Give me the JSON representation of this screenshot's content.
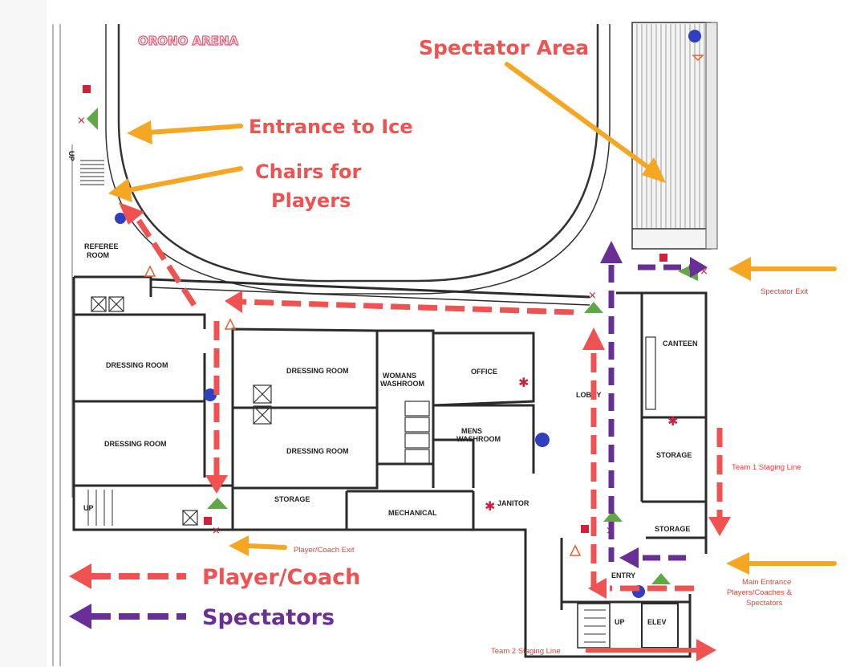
{
  "title": "ORONO ARENA",
  "annotations": {
    "spectator_area": "Spectator Area",
    "entrance_to_ice": "Entrance to Ice",
    "chairs_line1": "Chairs for",
    "chairs_line2": "Players",
    "spectator_exit": "Spectator Exit",
    "team1_staging": "Team 1 Staging Line",
    "team2_staging": "Team 2 Staging Line",
    "player_coach_exit": "Player/Coach Exit",
    "main_entrance_line1": "Main Entrance",
    "main_entrance_line2": "Players/Coaches &",
    "main_entrance_line3": "Spectators"
  },
  "rooms": {
    "referee_line1": "REFEREE",
    "referee_line2": "ROOM",
    "dressing_1": "DRESSING ROOM",
    "dressing_2": "DRESSING ROOM",
    "dressing_3": "DRESSING ROOM",
    "dressing_4": "DRESSING ROOM",
    "womens_line1": "WOMANS",
    "womens_line2": "WASHROOM",
    "office": "OFFICE",
    "lobby": "LOBBY",
    "mens_line1": "MENS",
    "mens_line2": "WASHROOM",
    "canteen": "CANTEEN",
    "storage_1": "STORAGE",
    "storage_2": "STORAGE",
    "storage_3": "STORAGE",
    "mechanical": "MECHANICAL",
    "janitor": "JANITOR",
    "entry": "ENTRY",
    "elev": "ELEV",
    "up_1": "UP",
    "up_2": "UP",
    "up_3": "UP"
  },
  "legend": {
    "player_coach": "Player/Coach",
    "spectators": "Spectators"
  },
  "colors": {
    "player_route": "#f05252",
    "spectator_route": "#6a2f96",
    "pointer_arrow": "#f5a623",
    "annotation_text": "#f05252",
    "title_text": "#f0506e",
    "spectator_text": "#6a2f96",
    "wall": "#2b2b2b",
    "first_aid": "#5fa845",
    "extinguisher": "#2f3fbf"
  }
}
